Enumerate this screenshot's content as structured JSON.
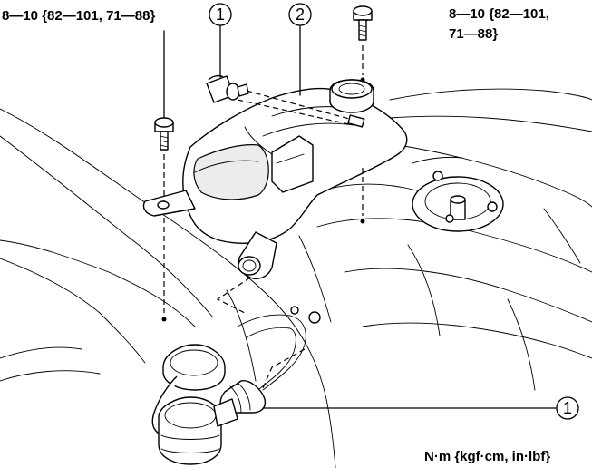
{
  "torque_left": "8—10 {82—101, 71—88}",
  "torque_right_line1": "8—10 {82—101,",
  "torque_right_line2": "71—88}",
  "callouts": [
    "1",
    "2",
    "1"
  ],
  "units_note": "N·m {kgf·cm, in·lbf}"
}
